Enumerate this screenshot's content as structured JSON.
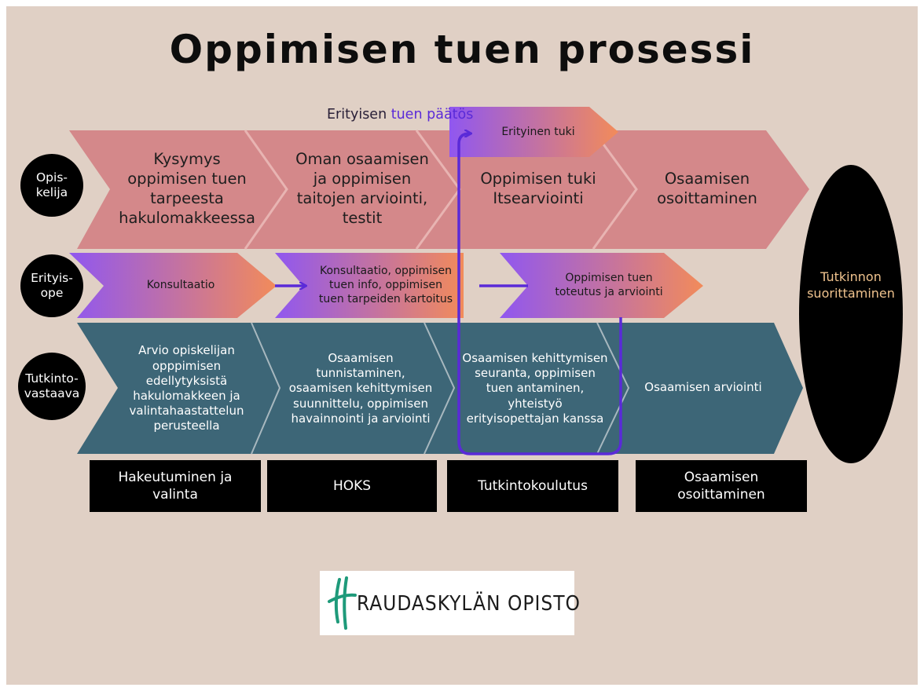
{
  "title": "Oppimisen tuen prosessi",
  "decision_label": {
    "part1": "Erityisen ",
    "part2": "tuen päätös"
  },
  "roles": [
    "Opis-\nkelija",
    "Erityis-\nope",
    "Tutkinto-\nvastaava"
  ],
  "student_row": [
    "Kysymys\noppimisen tuen\ntarpeesta\nhakulomakkeessa",
    "Oman osaamisen\nja oppimisen\ntaitojen arviointi,\ntestit",
    "Oppimisen tuki\nItsearviointi",
    "Osaamisen\nosoittaminen"
  ],
  "special_support": "Erityinen tuki",
  "teacher_row": [
    "Konsultaatio",
    "Konsultaatio, oppimisen\ntuen info, oppimisen\ntuen tarpeiden kartoitus",
    "Oppimisen tuen\ntoteutus ja arviointi"
  ],
  "responsible_row": [
    "Arvio opiskelijan\nopppimisen\nedellytyksistä\nhakulomakkeen ja\nvalintahaastattelun\nperusteella",
    "Osaamisen\ntunnistaminen,\nosaamisen kehittymisen\nsuunnittelu, oppimisen\nhavainnointi ja arviointi",
    "Osaamisen kehittymisen\nseuranta, oppimisen\ntuen antaminen,\nyhteistyö\nerityisopettajan kanssa",
    "Osaamisen arviointi"
  ],
  "phases": [
    "Hakeutuminen ja\nvalinta",
    "HOKS",
    "Tutkintokoulutus",
    "Osaamisen\nosoittaminen"
  ],
  "goal": "Tutkinnon\nsuorittaminen",
  "logo_text": "RAUDASKYLÄN OPISTO",
  "colors": {
    "background": "#e0d0c5",
    "pink_band": "#d4888a",
    "teal_band": "#3d6677",
    "gradient_start": "#9057f0",
    "gradient_end": "#f28b5a",
    "flow_line": "#5a2ad8",
    "goal_text": "#f0c38e",
    "logo_green": "#1e9a7a"
  }
}
